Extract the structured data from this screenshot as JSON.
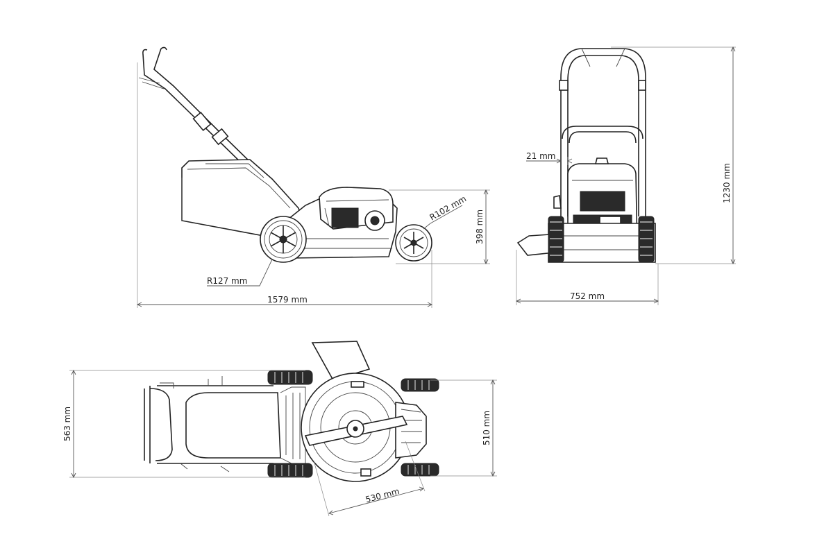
{
  "diagram": {
    "views": {
      "side": {
        "dimensions": {
          "length": "1579 mm",
          "height": "398 mm",
          "rear_wheel_radius": "R127 mm",
          "front_wheel_radius": "R102 mm"
        }
      },
      "front": {
        "dimensions": {
          "width": "752 mm",
          "total_height": "1230 mm",
          "wheel_offset": "21 mm"
        }
      },
      "top": {
        "dimensions": {
          "overall_width": "563 mm",
          "deck_width": "510 mm",
          "cutting_width": "530 mm"
        }
      }
    },
    "colors": {
      "line": "#222222",
      "dimension": "#555555",
      "background": "#ffffff"
    }
  }
}
